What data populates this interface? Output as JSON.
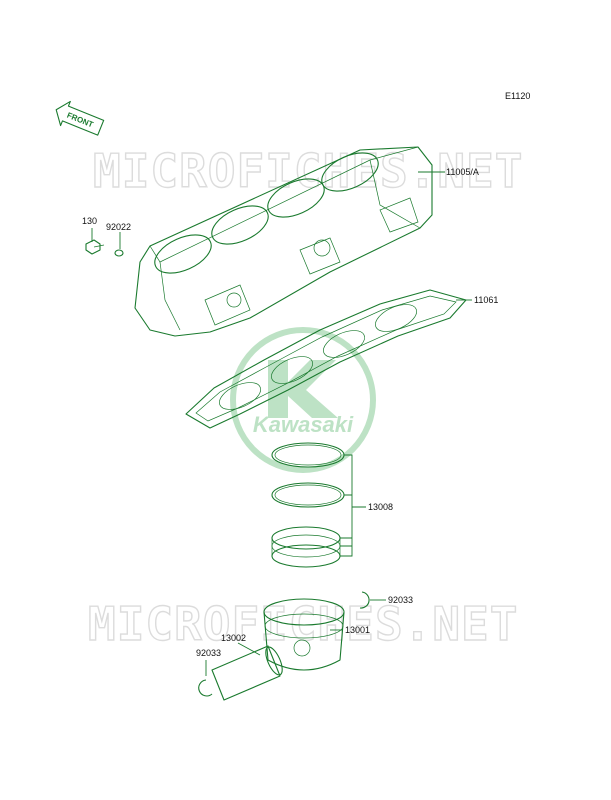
{
  "diagram_code": "E1120",
  "front_label": "FRONT",
  "watermark": "MICROFICHES.NET",
  "logo_text": "Kawasaki",
  "accent_color": "#1a7a2e",
  "callouts": {
    "cylinder": "11005/A",
    "gasket": "11061",
    "bolt": "130",
    "washer": "92022",
    "rings": "13008",
    "clip_right": "92033",
    "piston": "13001",
    "pin": "13002",
    "clip_left": "92033"
  }
}
